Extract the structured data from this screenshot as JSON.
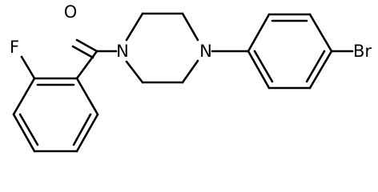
{
  "molecule": {
    "atoms": [
      {
        "id": "O",
        "symbol": "O"
      },
      {
        "id": "N1",
        "symbol": "N"
      },
      {
        "id": "N2",
        "symbol": "N"
      },
      {
        "id": "F",
        "symbol": "F"
      },
      {
        "id": "Br",
        "symbol": "Br"
      }
    ]
  }
}
